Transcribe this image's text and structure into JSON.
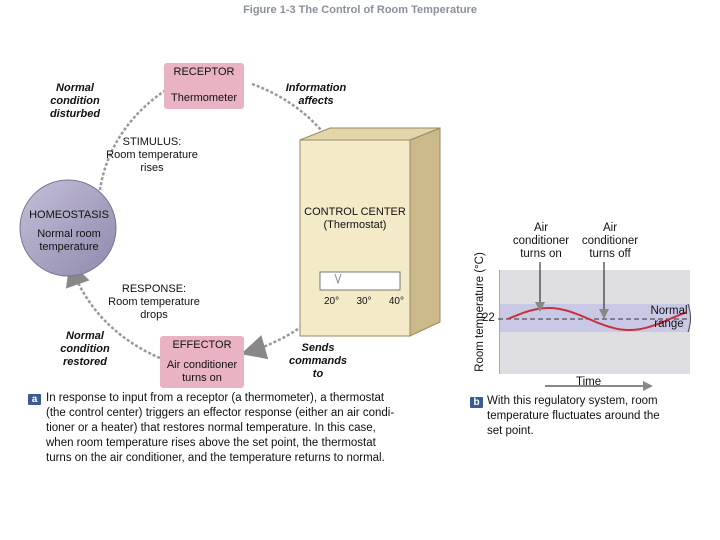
{
  "figure_title": "Figure 1-3  The Control of Room Temperature",
  "receptor": {
    "heading": "RECEPTOR",
    "body": "Thermometer"
  },
  "normal_disturbed": [
    "Normal",
    "condition",
    "disturbed"
  ],
  "information_affects": [
    "Information",
    "affects"
  ],
  "stimulus": [
    "STIMULUS:",
    "Room temperature",
    "rises"
  ],
  "homeostasis": {
    "heading": "HOMEOSTASIS",
    "body": [
      "Normal room",
      "temperature"
    ]
  },
  "control_center": [
    "CONTROL CENTER",
    "(Thermostat)"
  ],
  "thermostat_scale": [
    "20°",
    "30°",
    "40°"
  ],
  "response": [
    "RESPONSE:",
    "Room temperature",
    "drops"
  ],
  "normal_restored": [
    "Normal",
    "condition",
    "restored"
  ],
  "effector": {
    "heading": "EFFECTOR",
    "body": [
      "Air conditioner",
      "turns on"
    ]
  },
  "sends_commands": [
    "Sends",
    "commands",
    "to"
  ],
  "caption_a": {
    "tag": "a",
    "lines": [
      "In response to input from a receptor (a thermometer), a thermostat",
      "(the control center) triggers an effector response (either an air condi-",
      "tioner or a heater) that restores normal temperature. In this case,",
      "when room temperature rises above the set point, the thermostat",
      "turns on the air conditioner, and the temperature returns to normal."
    ]
  },
  "chart_data": {
    "type": "line",
    "title": "",
    "ylabel": "Room temperature (°C)",
    "xlabel": "Time",
    "y_tick": "22",
    "set_point": 22,
    "normal_range_label": [
      "Normal",
      "range"
    ],
    "annotations": [
      {
        "text": [
          "Air",
          "conditioner",
          "turns on"
        ]
      },
      {
        "text": [
          "Air",
          "conditioner",
          "turns off"
        ]
      }
    ],
    "series": [
      {
        "style": "sine",
        "description_values": "oscillates around set point 22"
      }
    ]
  },
  "caption_b": {
    "tag": "b",
    "lines": [
      "With this regulatory system, room",
      "temperature fluctuates around the",
      "set point."
    ]
  },
  "colors": {
    "receptor_bg": "#e9b3c4",
    "effector_bg": "#e9b3c4",
    "homeostasis_bg": "#a9a3c2",
    "thermostat_front": "#f3eac8",
    "thermostat_side": "#cbb98c",
    "chart_bg": "#dfdfe3",
    "normal_band": "#c9c9e6",
    "curve": "#c8323c",
    "arrow": "#888888",
    "tag_bg": "#3d5a94"
  }
}
